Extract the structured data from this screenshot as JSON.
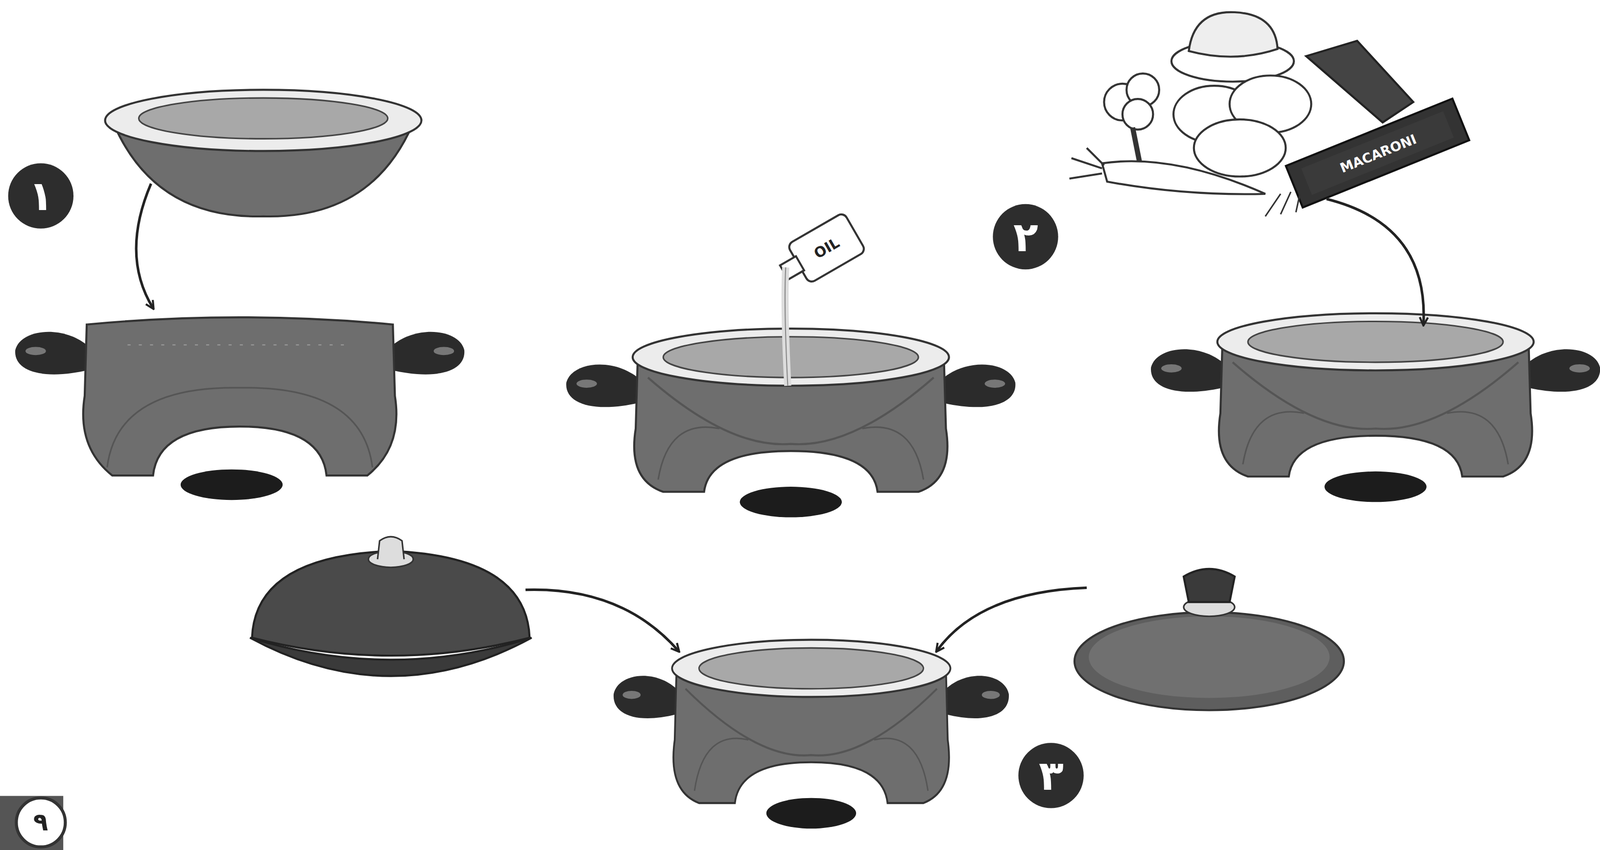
{
  "diagram": {
    "labels": [
      "۱",
      "OIL",
      "MACARONI",
      "۲",
      "۳",
      "۹"
    ]
  }
}
